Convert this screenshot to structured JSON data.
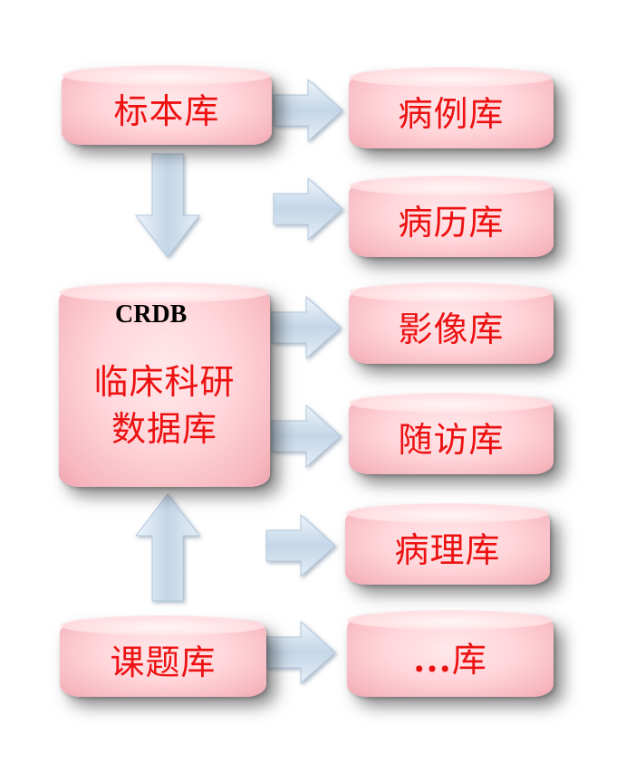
{
  "nodes": {
    "specimen": "标本库",
    "case": "病例库",
    "record": "病历库",
    "imaging": "影像库",
    "followup": "随访库",
    "pathology": "病理库",
    "more_prefix": "...",
    "more_suffix": "库",
    "project": "课题库",
    "central": {
      "abbr": "CRDB",
      "line1": "临床科研",
      "line2": "数据库"
    }
  },
  "colors": {
    "node_fill": "#ffd6db",
    "node_text": "#ee1111",
    "arrow_fill": "#c9dcec"
  }
}
